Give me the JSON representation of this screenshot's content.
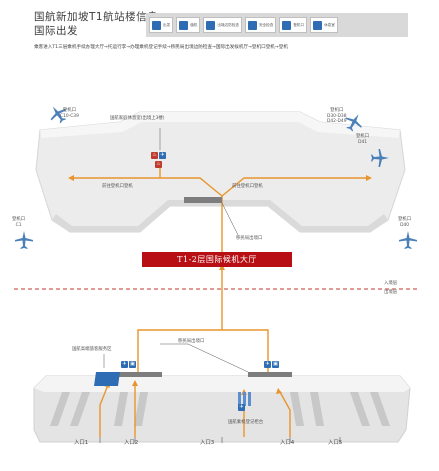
{
  "header": {
    "title_line1": "国航新加坡T1航站楼信息",
    "title_line2": "国际出发"
  },
  "legend": [
    {
      "icon": "departure-icon",
      "label": "出发"
    },
    {
      "icon": "checkin-icon",
      "label": "值机"
    },
    {
      "icon": "immigration-icon",
      "label": "出境边防检查"
    },
    {
      "icon": "security-icon",
      "label": "安全检查"
    },
    {
      "icon": "gate-icon",
      "label": "登机口"
    },
    {
      "icon": "lounge-icon",
      "label": "休息室"
    }
  ],
  "route": "乘客进入T1三层乘机手续办理大厅→托运行李→办理乘机登记手续→移民局出境边防检查→国际出发候机厅→登机口登机→登机",
  "airside": {
    "lounge_label": "国航家庭休息室(出境上3楼)",
    "left_direction": "前往登机口登机",
    "right_direction": "前往登机口登机",
    "skytrain_label": "移民局出境口",
    "gates": [
      {
        "id": "gate-c10-c39",
        "text": "登机口\nC10-C39"
      },
      {
        "id": "gate-d30-d42",
        "text": "登机口\nD30-D38\nD42-D49"
      },
      {
        "id": "gate-d41",
        "text": "登机口\nD41"
      },
      {
        "id": "gate-c1",
        "text": "登机口\nC1"
      },
      {
        "id": "gate-d40",
        "text": "登机口\nD40"
      }
    ]
  },
  "hall_banner": "T1-2层国际候机大厅",
  "divider": {
    "right_top": "入境层",
    "right_bottom": "出境层"
  },
  "landside": {
    "immigration_label": "移民局出境口",
    "counter_label": "国航高端旅客服务区",
    "checkin_label": "国航乘机登记柜台"
  },
  "entrances": [
    "入口1",
    "入口2",
    "入口3",
    "入口4",
    "入口5"
  ],
  "colors": {
    "route_orange": "#e8952b",
    "banner_red": "#b80f14",
    "plane_blue": "#4a7fb8",
    "counter_blue": "#2e6db4"
  }
}
